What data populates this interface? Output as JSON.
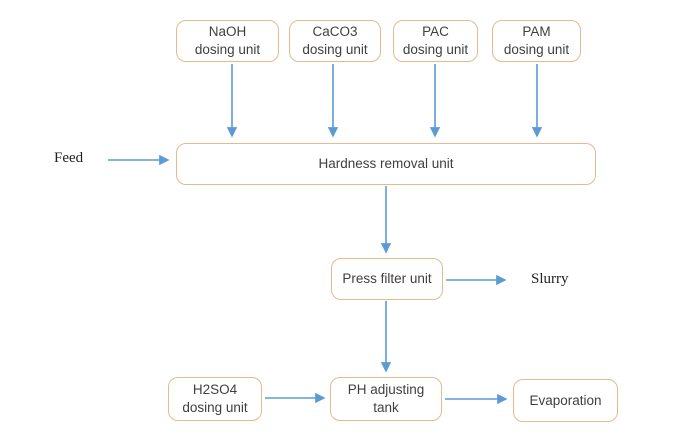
{
  "diagram": {
    "type": "process-flow",
    "nodes": {
      "naoh": "NaOH\ndosing unit",
      "caco3": "CaCO3\ndosing unit",
      "pac": "PAC\ndosing unit",
      "pam": "PAM\ndosing unit",
      "hardness": "Hardness removal unit",
      "press_filter": "Press filter unit",
      "h2so4": "H2SO4\ndosing unit",
      "ph_tank": "PH adjusting\ntank",
      "evaporation": "Evaporation"
    },
    "labels": {
      "feed": "Feed",
      "slurry": "Slurry"
    },
    "edges": [
      {
        "from": "naoh",
        "to": "hardness"
      },
      {
        "from": "caco3",
        "to": "hardness"
      },
      {
        "from": "pac",
        "to": "hardness"
      },
      {
        "from": "pam",
        "to": "hardness"
      },
      {
        "from": "feed",
        "to": "hardness"
      },
      {
        "from": "hardness",
        "to": "press_filter"
      },
      {
        "from": "press_filter",
        "to": "slurry"
      },
      {
        "from": "press_filter",
        "to": "ph_tank"
      },
      {
        "from": "h2so4",
        "to": "ph_tank"
      },
      {
        "from": "ph_tank",
        "to": "evaporation"
      }
    ],
    "colors": {
      "arrow": "#5b9bd5",
      "box_border": "#e7b98c",
      "box_text": "#3f3f3f",
      "label_text": "#1f1f1f",
      "background": "#ffffff"
    }
  }
}
